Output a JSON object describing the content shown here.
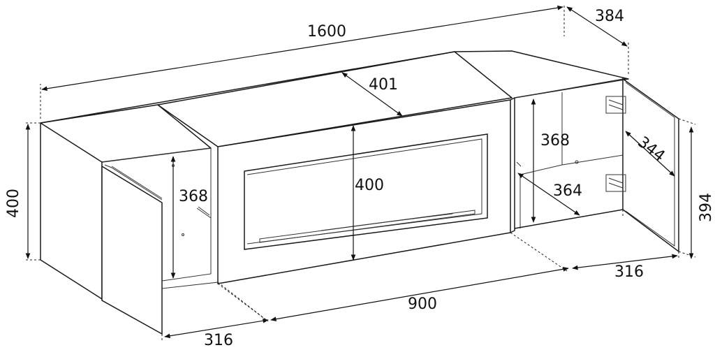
{
  "dimensions": {
    "total_width": "1600",
    "depth": "384",
    "center_depth": "401",
    "height_left": "400",
    "height_right": "394",
    "left_shelf": "368",
    "right_shelf": "368",
    "fireplace_height": "400",
    "right_inner_depth": "364",
    "door_width": "344",
    "left_door_bottom": "316",
    "right_door_bottom": "316",
    "center_width": "900"
  }
}
